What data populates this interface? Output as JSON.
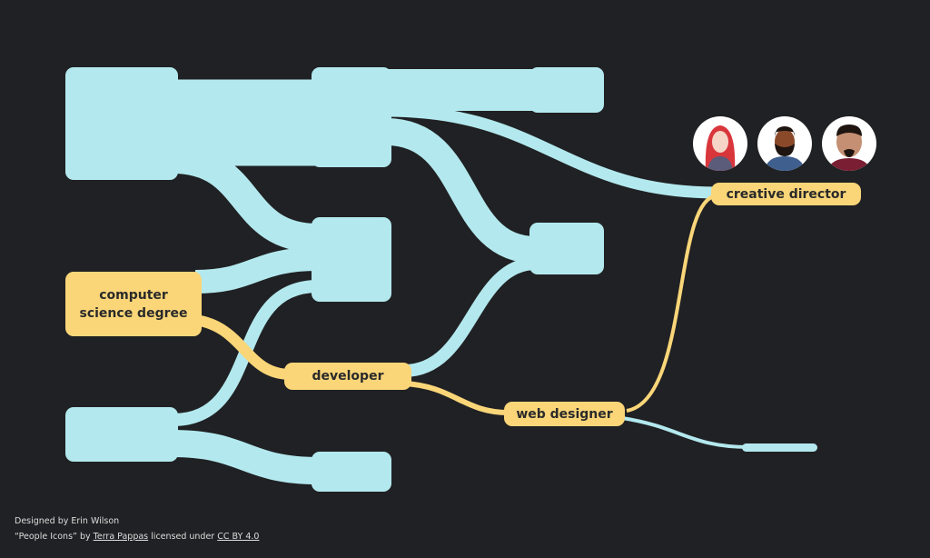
{
  "colors": {
    "flow": "#b3e9ee",
    "highlight": "#fad679",
    "background": "#202124"
  },
  "nodes": {
    "cs_degree": "computer science degree",
    "developer": "developer",
    "web_designer": "web designer",
    "creative_director": "creative director"
  },
  "avatars": [
    "woman-red-hair-avatar",
    "bearded-man-avatar",
    "goatee-man-avatar"
  ],
  "credits": {
    "line1": "Designed by Erin Wilson",
    "prefix": "“People Icons” by",
    "author": "Terra Pappas",
    "middle": "licensed under",
    "license": "CC BY 4.0"
  }
}
